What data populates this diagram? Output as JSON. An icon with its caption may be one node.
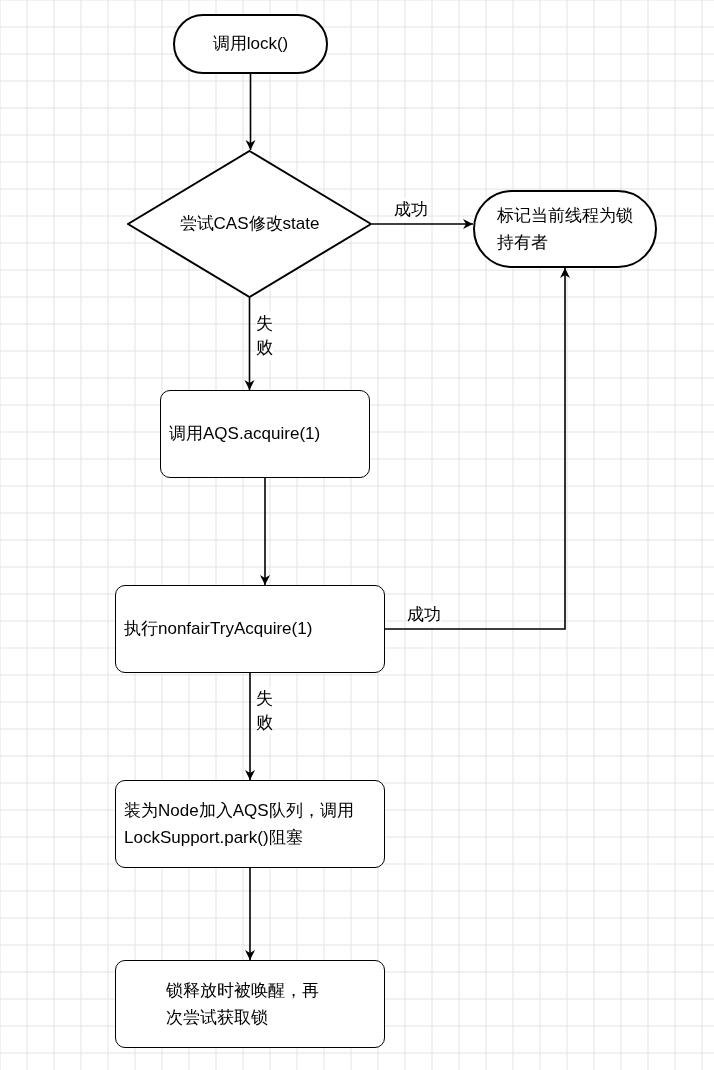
{
  "diagram": {
    "nodes": [
      {
        "text": [
          "调用lock()"
        ]
      },
      {
        "text": [
          "尝试CAS修改state"
        ]
      },
      {
        "text": [
          "标记当前线程为锁持有者"
        ]
      },
      {
        "text": [
          "调用AQS.acquire(1)"
        ]
      },
      {
        "text": [
          "执行nonfairTryAcquire(1)"
        ]
      },
      {
        "text": [
          "装为Node加入AQS队列，调用LockSupport.park()阻塞"
        ]
      },
      {
        "text": [
          "锁释放时被唤醒，再次尝试获取锁"
        ]
      }
    ],
    "edges": [
      {
        "from": 0,
        "to": 1,
        "arrow": "to"
      },
      {
        "from": 1,
        "to": 2,
        "arrow": "to",
        "label": "成功"
      },
      {
        "from": 1,
        "to": 3,
        "arrow": "to",
        "label": "失败"
      },
      {
        "from": 3,
        "to": 4,
        "arrow": "to"
      },
      {
        "from": 4,
        "to": 2,
        "arrow": "to",
        "label": "成功"
      },
      {
        "from": 4,
        "to": 5,
        "arrow": "to",
        "label": "失败"
      },
      {
        "from": 5,
        "to": 6,
        "arrow": "to"
      }
    ]
  }
}
